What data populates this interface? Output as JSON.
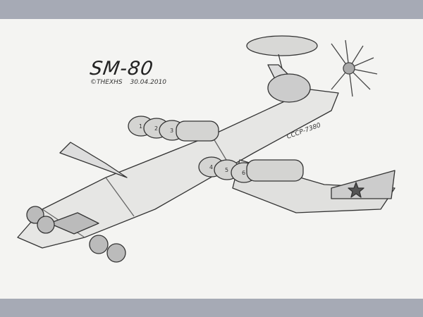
{
  "drawing": {
    "title": "SM-80",
    "author": "©THEXHS",
    "date": "30.04.2010",
    "registration": "СССР-7380",
    "engine_numbers": [
      "1",
      "2",
      "3",
      "4",
      "5",
      "6"
    ]
  },
  "colors": {
    "frame": "#a6aab5",
    "paper": "#f4f4f2",
    "pencil": "#333333"
  }
}
